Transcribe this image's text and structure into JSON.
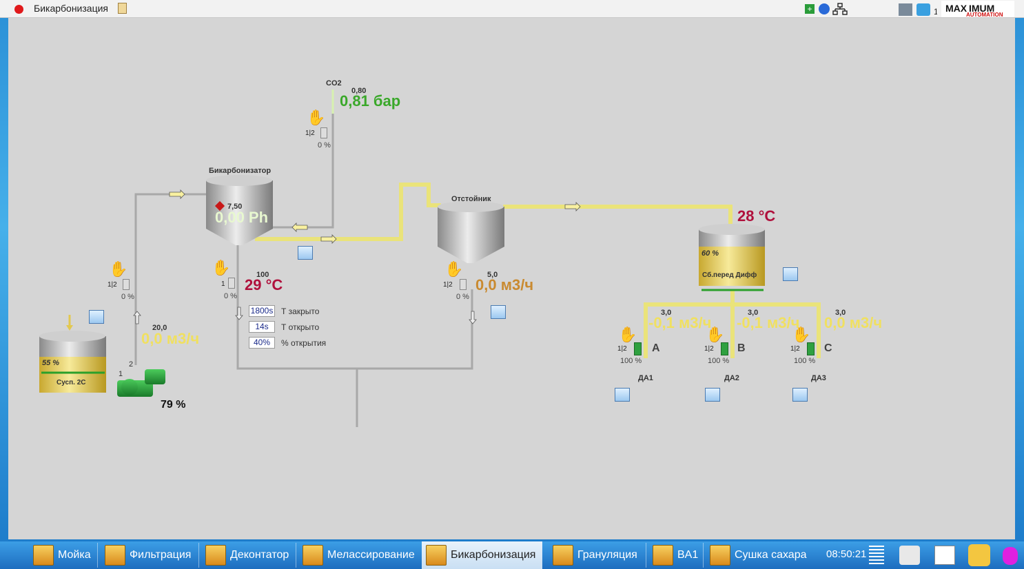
{
  "window": {
    "title": "Бикарбонизация"
  },
  "header_icons": [
    "add-icon",
    "chat-icon",
    "network-icon",
    "user-icon",
    "telegram-icon"
  ],
  "header_badge": "1",
  "logo_text": "MAXIMUM AUTOMATION",
  "co2": {
    "label": "CO2",
    "setpoint": "0,80",
    "value": "0,81 бар"
  },
  "bicarbonizer": {
    "label": "Бикарбонизатор",
    "setpoint": "7,50",
    "value": "0,00 Ph"
  },
  "settler": {
    "label": "Отстойник"
  },
  "diff_tank": {
    "label": "Сб.перед Дифф",
    "level": "60 %",
    "temp": "28 °C"
  },
  "susp_tank": {
    "label": "Сусп. 2С",
    "level": "55 %"
  },
  "pump": {
    "speed": "79 %",
    "tag1": "1",
    "tag2": "2"
  },
  "flow_main": {
    "setpoint": "20,0",
    "value": "0,0 м3/ч"
  },
  "flow_settler": {
    "setpoint": "5,0",
    "value": "0,0 м3/ч"
  },
  "temp_bicarb": {
    "setpoint": "100",
    "value": "29 °C"
  },
  "valves": [
    {
      "tag": "1|2",
      "pct": "0 %"
    },
    {
      "tag": "1|2",
      "pct": "0 %"
    },
    {
      "tag": "1",
      "pct": "0 %"
    },
    {
      "tag": "1|2",
      "pct": "0 %"
    }
  ],
  "params": [
    {
      "value": "1800s",
      "label": "Т закрыто"
    },
    {
      "value": "14s",
      "label": "Т открыто"
    },
    {
      "value": "40%",
      "label": "% открытия"
    }
  ],
  "branches": [
    {
      "setpoint": "3,0",
      "value": "-0,1 м3/ч",
      "letter": "A",
      "tag": "1|2",
      "pct": "100 %",
      "outlet": "ДА1"
    },
    {
      "setpoint": "3,0",
      "value": "-0,1 м3/ч",
      "letter": "B",
      "tag": "1|2",
      "pct": "100 %",
      "outlet": "ДА2"
    },
    {
      "setpoint": "3,0",
      "value": "0,0 м3/ч",
      "letter": "C",
      "tag": "1|2",
      "pct": "100 %",
      "outlet": "ДА3"
    }
  ],
  "taskbar": {
    "items": [
      "Мойка",
      "Фильтрация",
      "Деконтатор",
      "Мелассирование",
      "Бикарбонизация",
      "Грануляция",
      "BA1",
      "Сушка сахара"
    ],
    "active": "Бикарбонизация",
    "clock": "08:50:21"
  }
}
